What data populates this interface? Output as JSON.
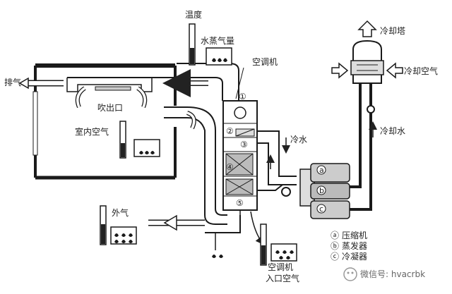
{
  "labels": {
    "temperature": "温度",
    "water_vapor": "水蒸气量",
    "exhaust": "排气",
    "supply_outlet": "吹出口",
    "indoor_air": "室内空气",
    "outdoor_air": "外气",
    "air_conditioner": "空调机",
    "inlet_line1": "空调机",
    "inlet_line2": "入口空气",
    "cooling_tower": "冷却塔",
    "cooling_air": "冷却空气",
    "cooling_water": "冷却水",
    "chilled_water": "冷水"
  },
  "unit_numbers": [
    "①",
    "②",
    "③",
    "④",
    "⑤"
  ],
  "components": [
    {
      "mark": "ⓐ",
      "name": "压缩机"
    },
    {
      "mark": "ⓑ",
      "name": "蒸发器"
    },
    {
      "mark": "ⓒ",
      "name": "冷凝器"
    }
  ],
  "component_marks": [
    "a",
    "b",
    "c"
  ],
  "watermark": "微信号: hvacrbk"
}
